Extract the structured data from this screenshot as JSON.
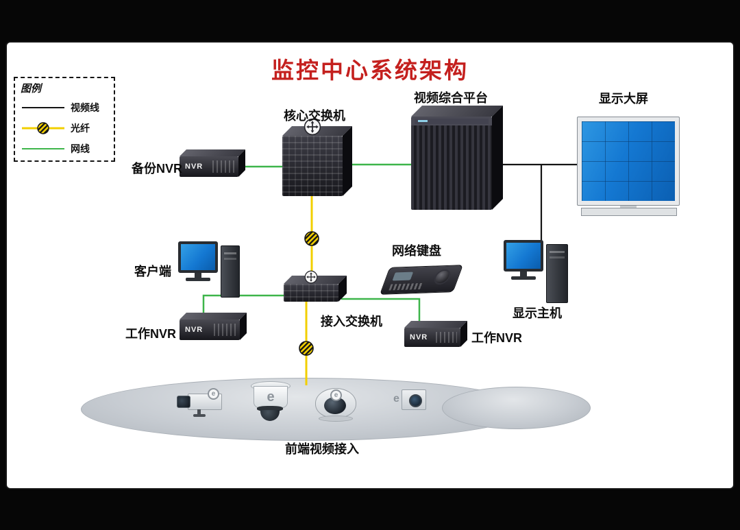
{
  "title": "监控中心系统架构",
  "colors": {
    "title_red": "#c4201e",
    "video_line": "#141414",
    "fiber_yellow": "#f2cf00",
    "network_green": "#3db54a",
    "screen_blue": "#1478d2"
  },
  "legend": {
    "title": "图例",
    "items": [
      {
        "name": "video-line",
        "label": "视频线"
      },
      {
        "name": "fiber",
        "label": "光纤"
      },
      {
        "name": "network-cable",
        "label": "网线"
      }
    ]
  },
  "nodes": {
    "backup_nvr": {
      "label": "备份NVR",
      "device_text": "NVR"
    },
    "core_switch": {
      "label": "核心交换机"
    },
    "video_platform": {
      "label": "视频综合平台"
    },
    "display_wall": {
      "label": "显示大屏"
    },
    "client": {
      "label": "客户端"
    },
    "network_keyboard": {
      "label": "网络键盘"
    },
    "display_host": {
      "label": "显示主机"
    },
    "access_switch": {
      "label": "接入交换机"
    },
    "work_nvr_left": {
      "label": "工作NVR",
      "device_text": "NVR"
    },
    "work_nvr_right": {
      "label": "工作NVR",
      "device_text": "NVR"
    },
    "frontend_access": {
      "label": "前端视频接入"
    }
  },
  "cameras": {
    "logo": "e"
  },
  "edges": [
    {
      "from": "备份NVR",
      "to": "核心交换机",
      "line": "网线"
    },
    {
      "from": "核心交换机",
      "to": "视频综合平台",
      "line": "网线"
    },
    {
      "from": "核心交换机",
      "to": "接入交换机",
      "line": "光纤"
    },
    {
      "from": "接入交换机",
      "to": "前端视频接入",
      "line": "光纤"
    },
    {
      "from": "接入交换机",
      "to": "客户端",
      "line": "网线"
    },
    {
      "from": "接入交换机",
      "to": "工作NVR",
      "line": "网线"
    },
    {
      "from": "接入交换机",
      "to": "网络键盘 / 工作NVR",
      "line": "网线"
    },
    {
      "from": "视频综合平台",
      "to": "显示大屏",
      "line": "视频线"
    },
    {
      "from": "显示大屏",
      "to": "显示主机",
      "line": "视频线"
    }
  ]
}
